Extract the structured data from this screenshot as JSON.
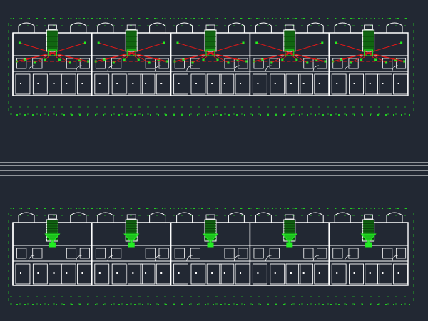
{
  "drawing": {
    "caption_main": "",
    "caption_scale": "",
    "plans": [
      {
        "id": "upper-plan",
        "has_wiring": true
      },
      {
        "id": "lower-plan",
        "has_wiring": false
      }
    ],
    "units_per_plan": 5
  },
  "colors": {
    "background": "#222833",
    "walls": "#ffffff",
    "dimension": "#22cc22",
    "wiring": "#e01818",
    "device": "#22ee22",
    "stair": "#116611"
  }
}
